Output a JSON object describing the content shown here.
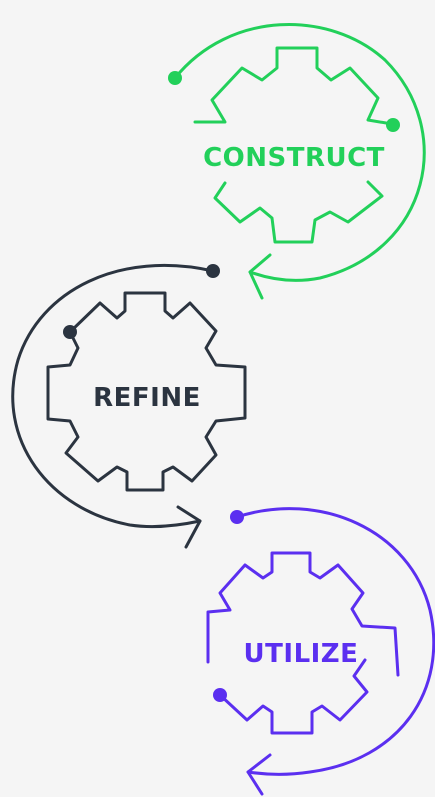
{
  "background": "#f5f5f5",
  "stages": [
    {
      "id": "construct",
      "label": "CONSTRUCT",
      "color": "#22d05a"
    },
    {
      "id": "refine",
      "label": "REFINE",
      "color": "#2b3440"
    },
    {
      "id": "utilize",
      "label": "UTILIZE",
      "color": "#5b2ff0"
    }
  ],
  "flow": [
    "construct",
    "refine",
    "utilize"
  ]
}
